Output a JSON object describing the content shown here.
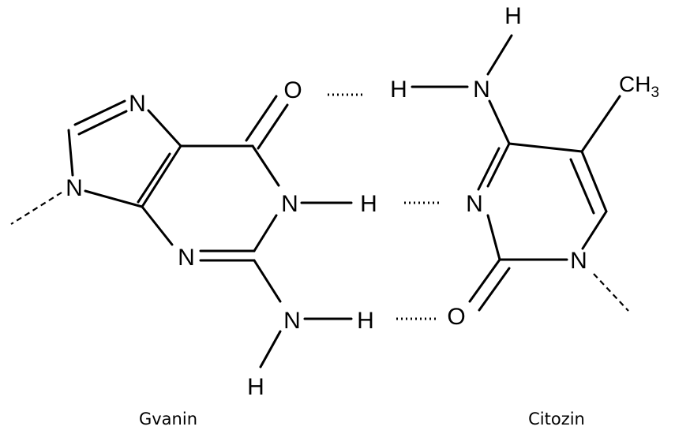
{
  "atoms": {
    "N": "N",
    "O": "O",
    "H": "H",
    "CH": "CH",
    "three": "3"
  },
  "captions": {
    "left": "Gvanin",
    "right": "Citozin"
  }
}
